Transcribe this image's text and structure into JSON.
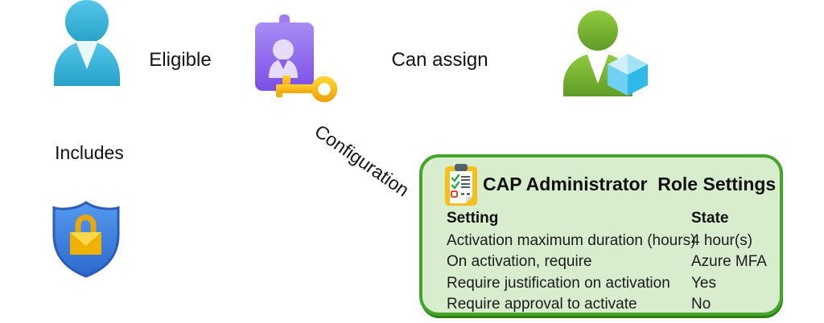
{
  "canvas": {
    "background": "#ffffff"
  },
  "labels": {
    "eligible": "Eligible",
    "can_assign": "Can assign",
    "includes": "Includes",
    "configuration": "Configuration"
  },
  "icons": {
    "eligible_user": "blue-user-icon",
    "role_badge": "id-badge-with-key-icon",
    "assignable_user": "green-user-with-resource-cube-icon",
    "security_shield": "shield-with-lock-icon",
    "checklist": "clipboard-checklist-icon"
  },
  "panel": {
    "title": "CAP Administrator  Role Settings",
    "header": {
      "setting": "Setting",
      "state": "State"
    },
    "rows": [
      {
        "setting": "Activation maximum duration (hours)",
        "state": "4 hour(s)"
      },
      {
        "setting": "On activation, require",
        "state": "Azure MFA"
      },
      {
        "setting": "Require justification on activation",
        "state": "Yes"
      },
      {
        "setting": "Require approval to activate",
        "state": "No"
      }
    ],
    "colors": {
      "background": "#D7EDCE",
      "border": "#46A42A",
      "shadow": "#2E7D15"
    }
  }
}
